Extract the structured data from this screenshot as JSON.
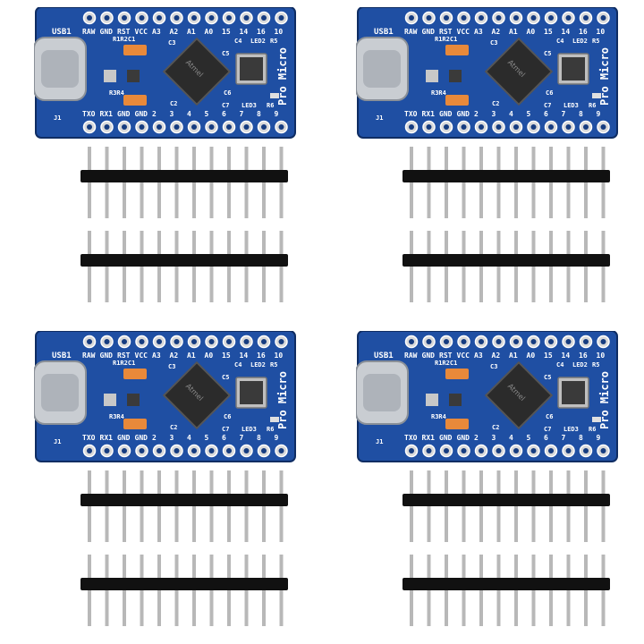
{
  "colors": {
    "pcb": "#1f4fa3",
    "pcb_dark": "#163c80",
    "pcb_edge": "#0f2d63",
    "silkscreen": "#ffffff",
    "gold_pad": "#d9d9d9",
    "chip": "#2b2b2b",
    "usb_metal": "#c9cdd2",
    "resistor_orange": "#e8893a",
    "crystal": "#bfbfbf",
    "header_plastic": "#111111",
    "pin_metal": "#b8b8b8"
  },
  "board": {
    "usb_label": "USB1",
    "top_pins": [
      "RAW",
      "GND",
      "RST",
      "VCC",
      "A3",
      "A2",
      "A1",
      "A0",
      "15",
      "14",
      "16",
      "10"
    ],
    "bottom_pins": [
      "TXO",
      "RX1",
      "GND",
      "GND",
      "2",
      "3",
      "4",
      "5",
      "6",
      "7",
      "8",
      "9"
    ],
    "components": [
      "R1R2C1",
      "C3",
      "C4",
      "LED2",
      "R5",
      "C5",
      "C6",
      "R3R4",
      "C2",
      "C7",
      "LED3",
      "R6",
      "J1"
    ],
    "brand_text": "Pro Micro",
    "chip_logo": "Atmel"
  },
  "kits": [
    {
      "id": "kit-1"
    },
    {
      "id": "kit-2"
    },
    {
      "id": "kit-3"
    },
    {
      "id": "kit-4"
    }
  ]
}
